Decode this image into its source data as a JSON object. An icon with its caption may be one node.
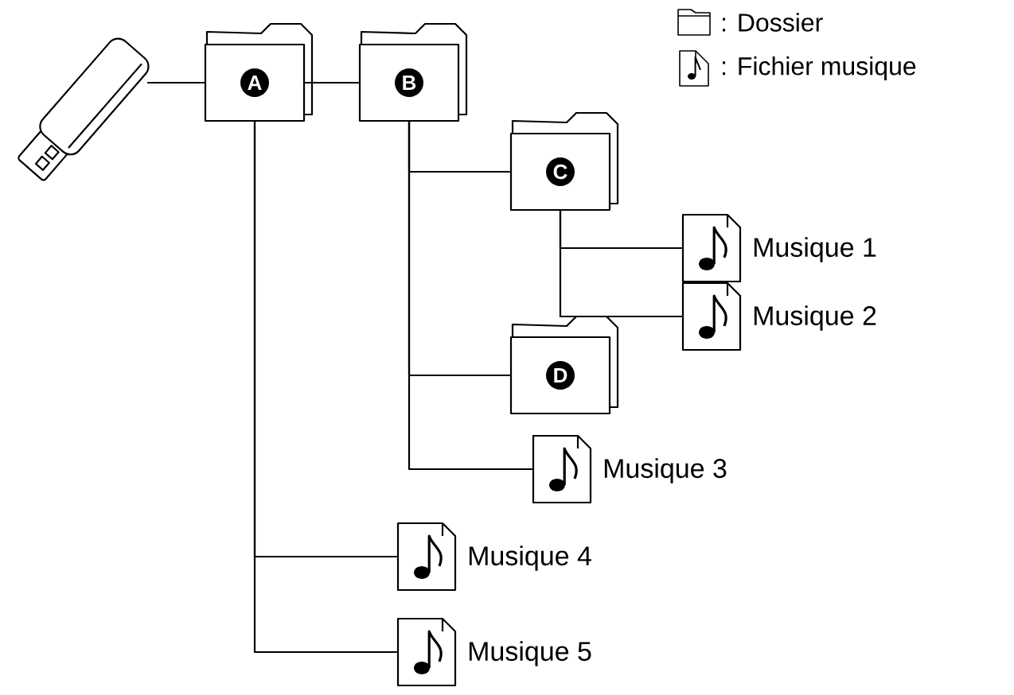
{
  "diagram": {
    "nodes": [
      {
        "text": [],
        "shape": "picture"
      },
      {
        "text": [
          "A"
        ]
      },
      {
        "text": [
          "B"
        ]
      },
      {
        "text": [
          "C"
        ]
      },
      {
        "text": [
          "D"
        ]
      },
      {
        "text": [],
        "shape": "file",
        "beside": [
          "Musique 1"
        ]
      },
      {
        "text": [],
        "shape": "file",
        "beside": [
          "Musique 2"
        ]
      },
      {
        "text": [],
        "shape": "file",
        "beside": [
          "Musique 3"
        ]
      },
      {
        "text": [],
        "shape": "file",
        "beside": [
          "Musique 4"
        ]
      },
      {
        "text": [],
        "shape": "file",
        "beside": [
          "Musique 5"
        ]
      }
    ],
    "edges": [
      {
        "from": 0,
        "to": 1,
        "arrow": "none"
      },
      {
        "from": 1,
        "to": 2,
        "arrow": "none"
      },
      {
        "from": 2,
        "to": 3,
        "arrow": "none"
      },
      {
        "from": 3,
        "to": 5,
        "arrow": "none"
      },
      {
        "from": 3,
        "to": 6,
        "arrow": "none"
      },
      {
        "from": 2,
        "to": 4,
        "arrow": "none"
      },
      {
        "from": 2,
        "to": 7,
        "arrow": "none"
      },
      {
        "from": 1,
        "to": 8,
        "arrow": "none"
      },
      {
        "from": 1,
        "to": 9,
        "arrow": "none"
      }
    ],
    "legend": [
      {
        "text": ": Dossier"
      },
      {
        "text": ": Fichier musique"
      }
    ]
  }
}
